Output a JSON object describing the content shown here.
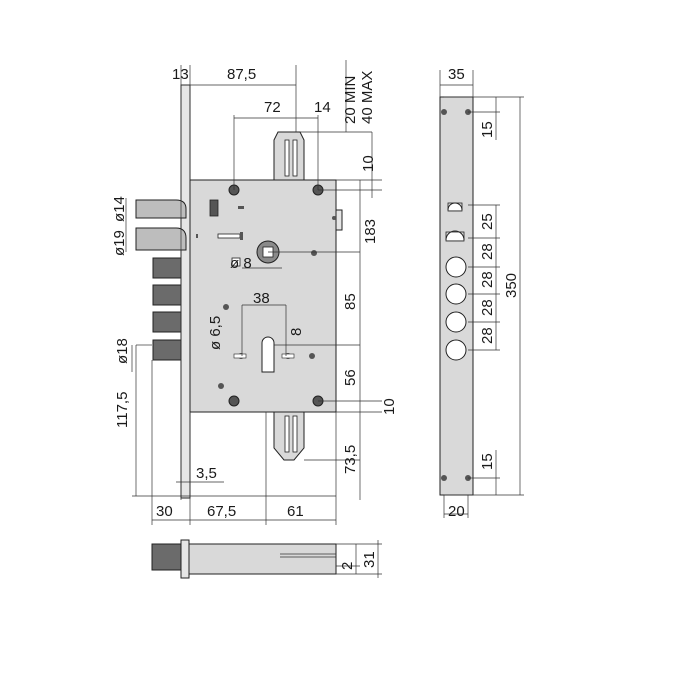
{
  "dimensions": {
    "front": {
      "d13": "13",
      "d87_5": "87,5",
      "d72": "72",
      "d14": "14",
      "d20min": "20 MIN",
      "d40max": "40 MAX",
      "d10_top": "10",
      "d183": "183",
      "d85": "85",
      "d56": "56",
      "d10_bottom": "10",
      "d73_5": "73,5",
      "d8_spindle": "ø 8",
      "d38": "38",
      "d6_5": "ø 6,5",
      "d8_cyl": "8",
      "d_o19": "ø19",
      "d_o14": "ø14",
      "d_o18": "ø18",
      "d117_5": "117,5",
      "d3_5": "3,5",
      "d30": "30",
      "d67_5": "67,5",
      "d61": "61"
    },
    "side": {
      "d35": "35",
      "d15_top": "15",
      "d25": "25",
      "d28_a": "28",
      "d28_b": "28",
      "d28_c": "28",
      "d28_d": "28",
      "d350": "350",
      "d15_bottom": "15",
      "d20": "20"
    },
    "bottom": {
      "d2": "2",
      "d31": "31"
    }
  }
}
